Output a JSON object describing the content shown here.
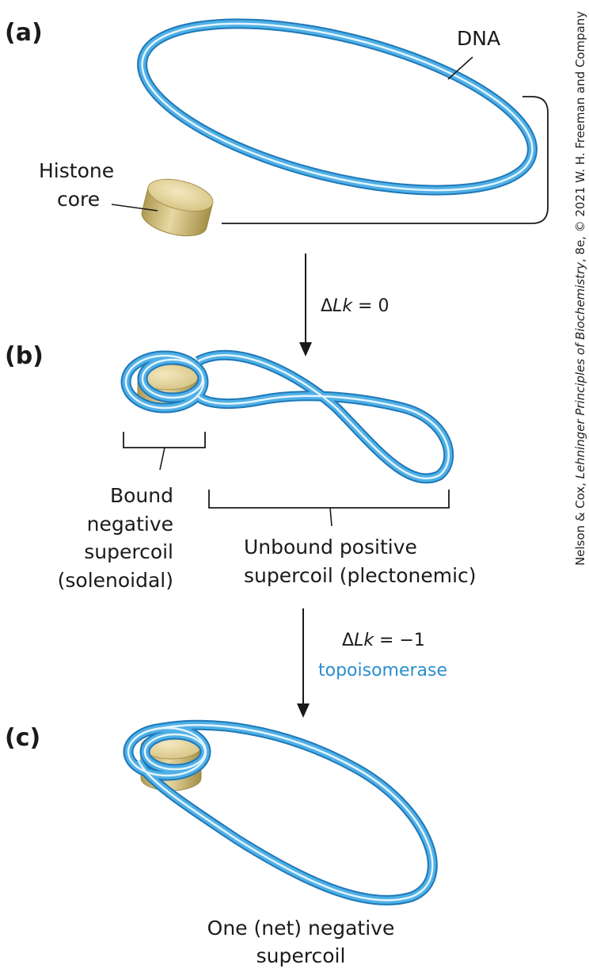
{
  "panels": {
    "a": "(a)",
    "b": "(b)",
    "c": "(c)"
  },
  "labels": {
    "dna": "DNA",
    "histone_line1": "Histone",
    "histone_line2": "core",
    "bound_line1": "Bound",
    "bound_line2": "negative",
    "bound_line3": "supercoil",
    "bound_line4": "(solenoidal)",
    "unbound_line1": "Unbound positive",
    "unbound_line2": "supercoil (plectonemic)",
    "result_line1": "One (net) negative",
    "result_line2": "supercoil"
  },
  "arrows": {
    "first_prefix": "Δ",
    "first_var": "Lk",
    "first_value": " = 0",
    "second_prefix": "Δ",
    "second_var": "Lk",
    "second_value": " = −1",
    "enzyme": "topoisomerase"
  },
  "credit": {
    "prefix": "Nelson & Cox, ",
    "title": "Lehninger Principles of Biochemistry",
    "suffix": ", 8e, © 2021 W. H. Freeman and Company"
  },
  "colors": {
    "dna_outer": "#1f78b8",
    "dna_inner": "#4fb0e6",
    "dna_highlight": "#e4f4fd",
    "histone_side": "#c9b46a",
    "histone_top": "#e3d397",
    "enzyme_text": "#2a8fce"
  }
}
